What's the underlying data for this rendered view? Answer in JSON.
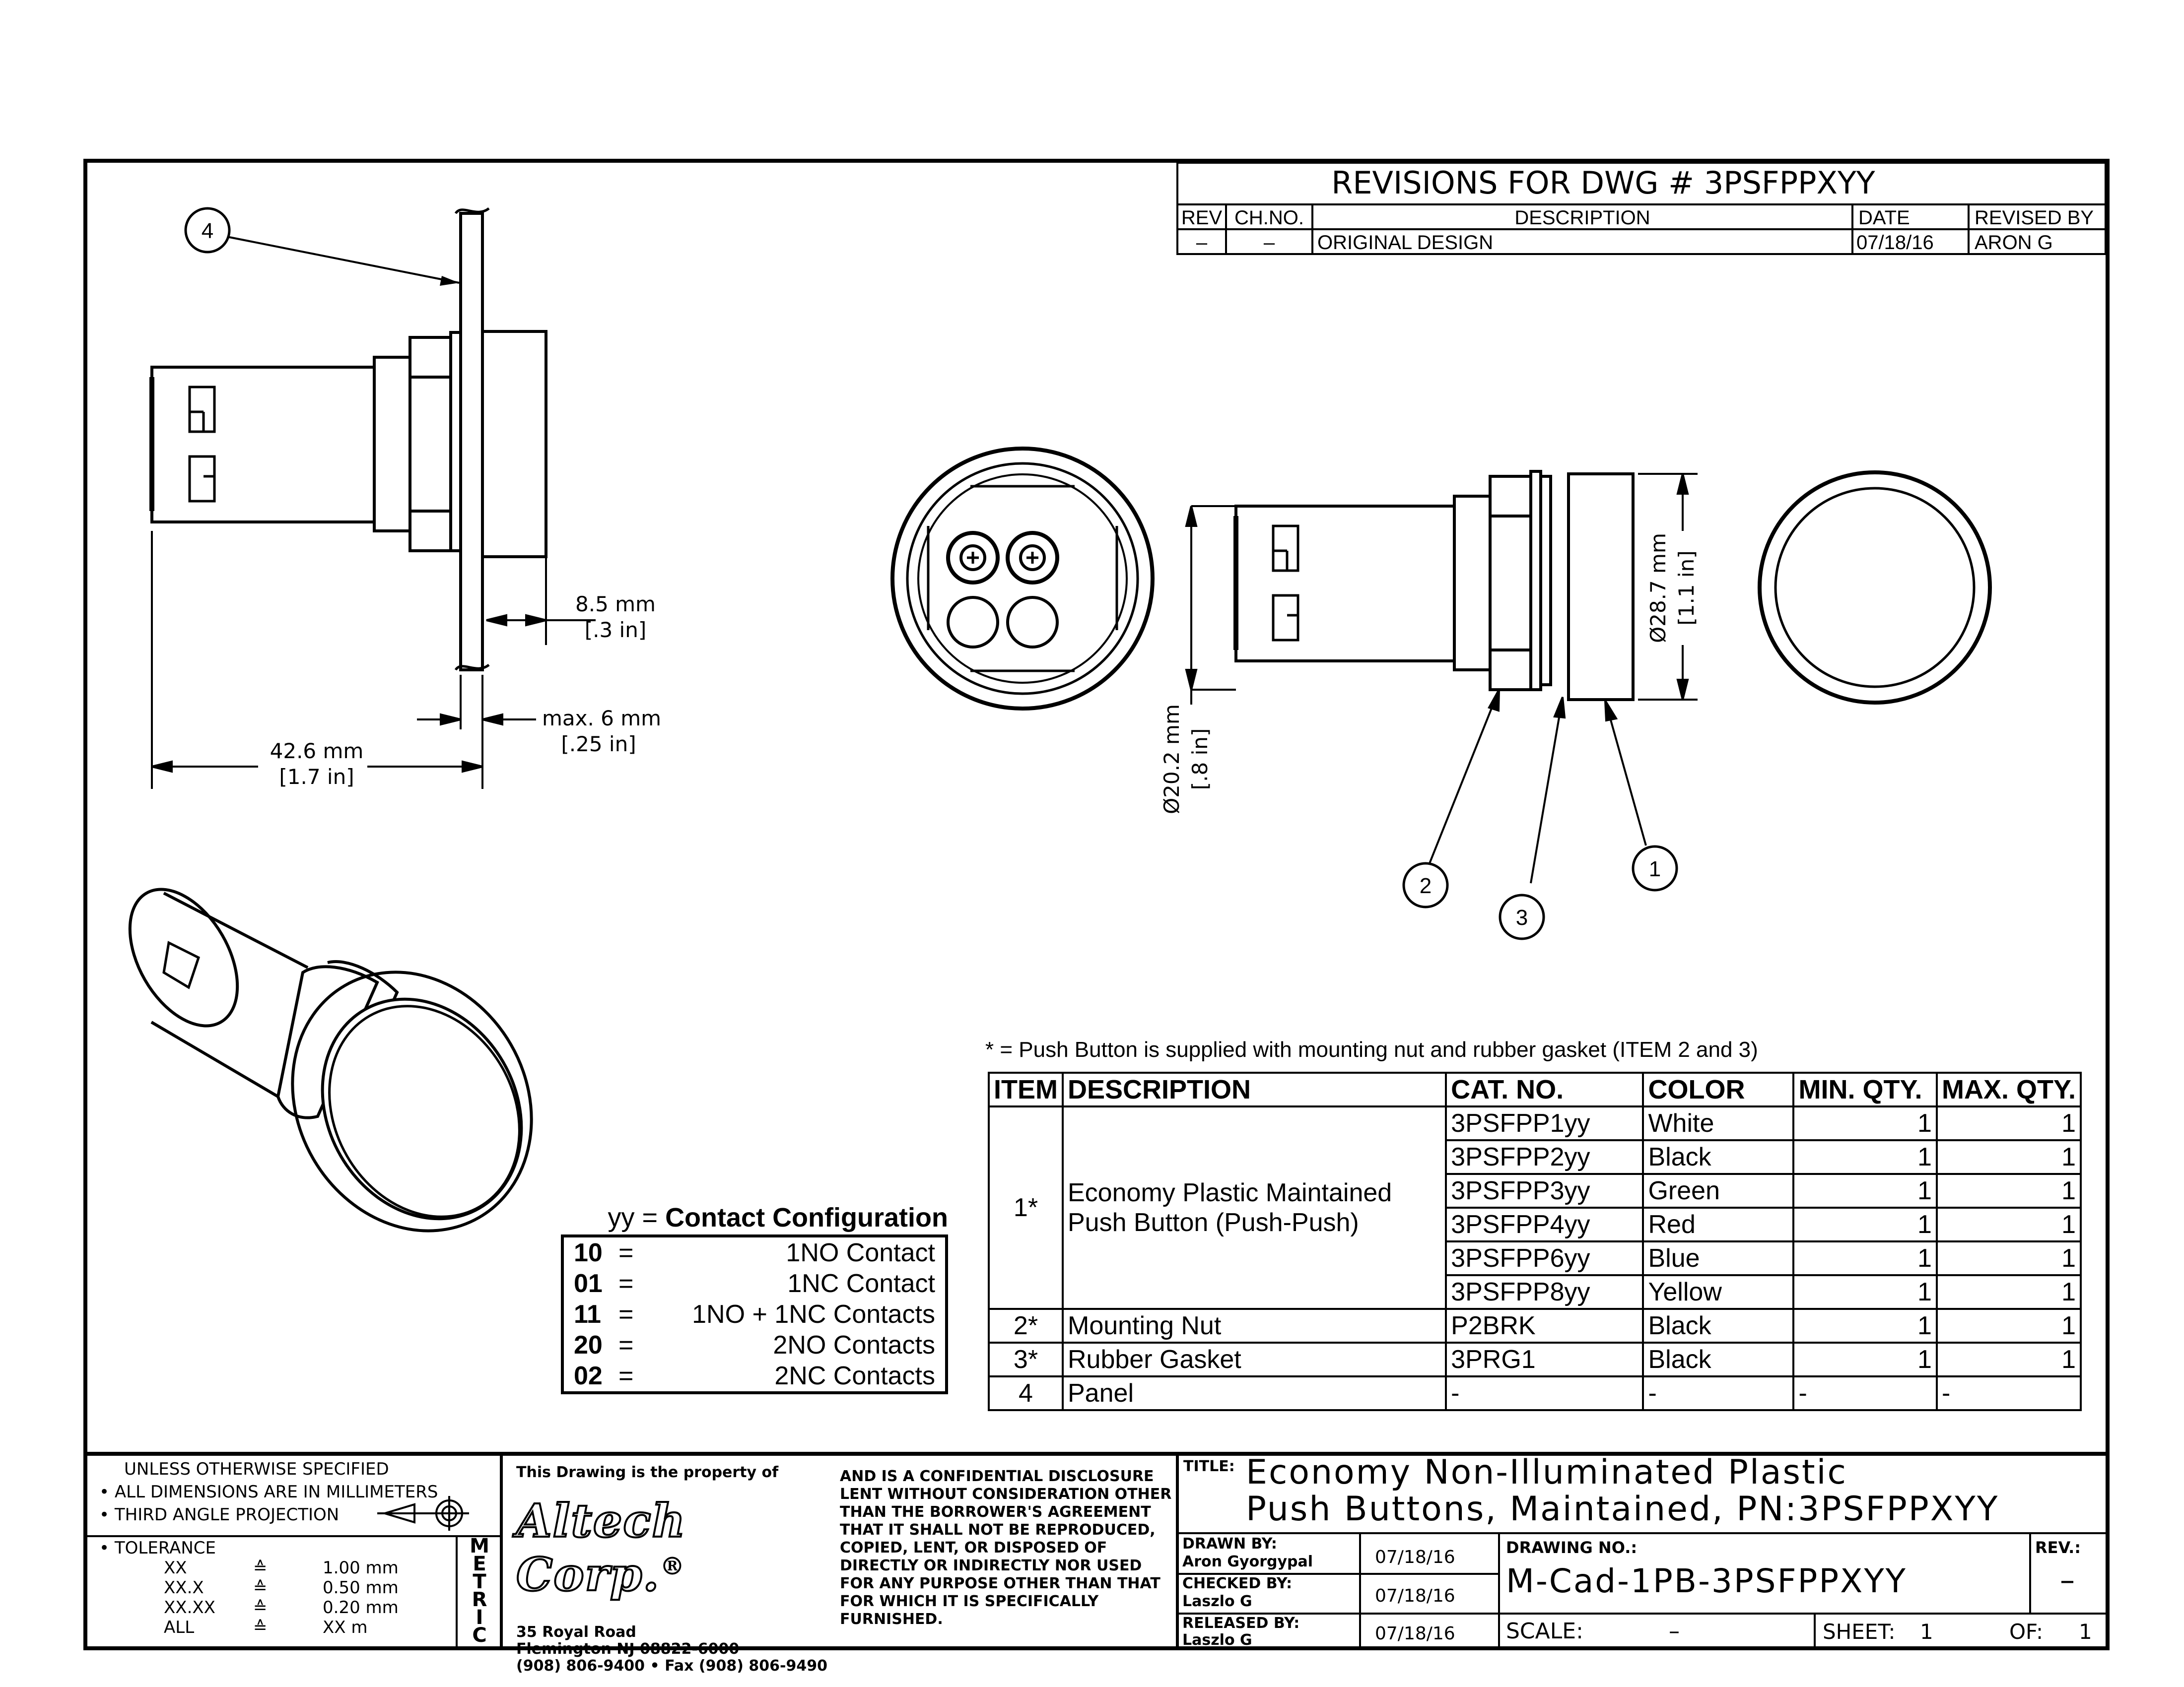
{
  "revisions": {
    "title": "REVISIONS FOR DWG # 3PSFPPXYY",
    "headers": [
      "REV",
      "CH.NO.",
      "DESCRIPTION",
      "DATE",
      "REVISED BY"
    ],
    "row": [
      "–",
      "–",
      "ORIGINAL DESIGN",
      "07/18/16",
      "ARON G"
    ]
  },
  "dimensions": {
    "d1": "8.5 mm",
    "d1b": "[.3 in]",
    "d2": "max. 6 mm",
    "d2b": "[.25 in]",
    "d3": "42.6 mm",
    "d3b": "[1.7 in]",
    "d4": "Ø20.2 mm",
    "d4b": "[.8 in]",
    "d5": "Ø28.7 mm",
    "d5b": "[1.1 in]"
  },
  "balloons": [
    "4",
    "2",
    "3",
    "1"
  ],
  "note": "*   =   Push Button is supplied with mounting nut and rubber gasket (ITEM 2 and 3)",
  "contact_config": {
    "title_prefix": "yy = ",
    "title": "Contact Configuration",
    "rows": [
      {
        "code": "10",
        "eq": "=",
        "label": "1NO Contact"
      },
      {
        "code": "01",
        "eq": "=",
        "label": "1NC Contact"
      },
      {
        "code": "11",
        "eq": "=",
        "label": "1NO + 1NC Contacts"
      },
      {
        "code": "20",
        "eq": "=",
        "label": "2NO Contacts"
      },
      {
        "code": "02",
        "eq": "=",
        "label": "2NC Contacts"
      }
    ]
  },
  "bom": {
    "headers": [
      "ITEM",
      "DESCRIPTION",
      "CAT. NO.",
      "COLOR",
      "MIN. QTY.",
      "MAX. QTY."
    ],
    "item1": "1*",
    "item1_desc_line1": "Economy Plastic Maintained",
    "item1_desc_line2": "Push Button (Push-Push)",
    "item1_rows": [
      {
        "cat": "3PSFPP1yy",
        "color": "White",
        "min": "1",
        "max": "1"
      },
      {
        "cat": "3PSFPP2yy",
        "color": "Black",
        "min": "1",
        "max": "1"
      },
      {
        "cat": "3PSFPP3yy",
        "color": "Green",
        "min": "1",
        "max": "1"
      },
      {
        "cat": "3PSFPP4yy",
        "color": "Red",
        "min": "1",
        "max": "1"
      },
      {
        "cat": "3PSFPP6yy",
        "color": "Blue",
        "min": "1",
        "max": "1"
      },
      {
        "cat": "3PSFPP8yy",
        "color": "Yellow",
        "min": "1",
        "max": "1"
      }
    ],
    "rows": [
      {
        "item": "2*",
        "desc": "Mounting Nut",
        "cat": "P2BRK",
        "color": "Black",
        "min": "1",
        "max": "1"
      },
      {
        "item": "3*",
        "desc": "Rubber Gasket",
        "cat": "3PRG1",
        "color": "Black",
        "min": "1",
        "max": "1"
      },
      {
        "item": "4",
        "desc": "Panel",
        "cat": "-",
        "color": "-",
        "min": "-",
        "max": "-"
      }
    ]
  },
  "title_block": {
    "unless": "UNLESS OTHERWISE SPECIFIED",
    "all_dims": "• ALL DIMENSIONS ARE IN MILLIMETERS",
    "third_angle": "• THIRD ANGLE PROJECTION",
    "tolerance": "• TOLERANCE",
    "tol_rows": [
      {
        "k": "XX",
        "v": "1.00 mm"
      },
      {
        "k": "XX.X",
        "v": "0.50 mm"
      },
      {
        "k": "XX.XX",
        "v": "0.20 mm"
      },
      {
        "k": "ALL",
        "v": "XX m"
      }
    ],
    "approx": "≙",
    "metric": [
      "M",
      "E",
      "T",
      "R",
      "I",
      "C"
    ],
    "property_of": "This Drawing is the property of",
    "company": "Altech Corp.",
    "registered": "®",
    "address1": "35 Royal Road",
    "address2": "Flemington NJ 08822-6000",
    "phone": "(908) 806-9400 • Fax (908) 806-9490",
    "disclosure": [
      "AND IS A CONFIDENTIAL DISCLOSURE",
      "LENT WITHOUT CONSIDERATION OTHER",
      "THAN THE BORROWER'S AGREEMENT",
      "THAT IT SHALL NOT BE REPRODUCED,",
      "COPIED, LENT, OR DISPOSED OF",
      "DIRECTLY OR INDIRECTLY NOR USED",
      "FOR ANY PURPOSE OTHER THAN THAT",
      "FOR WHICH IT IS SPECIFICALLY",
      "FURNISHED."
    ],
    "title_label": "TITLE:",
    "title_line1": "Economy Non-Illuminated Plastic",
    "title_line2": "Push Buttons, Maintained, PN:3PSFPPXYY",
    "drawn_by_label": "DRAWN BY:",
    "drawn_by": "Aron Gyorgypal",
    "drawn_date": "07/18/16",
    "checked_by_label": "CHECKED BY:",
    "checked_by": "Laszlo G",
    "checked_date": "07/18/16",
    "released_by_label": "RELEASED BY:",
    "released_by": "Laszlo G",
    "released_date": "07/18/16",
    "drawing_no_label": "DRAWING NO.:",
    "drawing_no": "M-Cad-1PB-3PSFPPXYY",
    "rev_label": "REV.:",
    "rev": "–",
    "scale_label": "SCALE:",
    "scale": "–",
    "sheet_label": "SHEET:",
    "sheet": "1",
    "of_label": "OF:",
    "of": "1"
  }
}
